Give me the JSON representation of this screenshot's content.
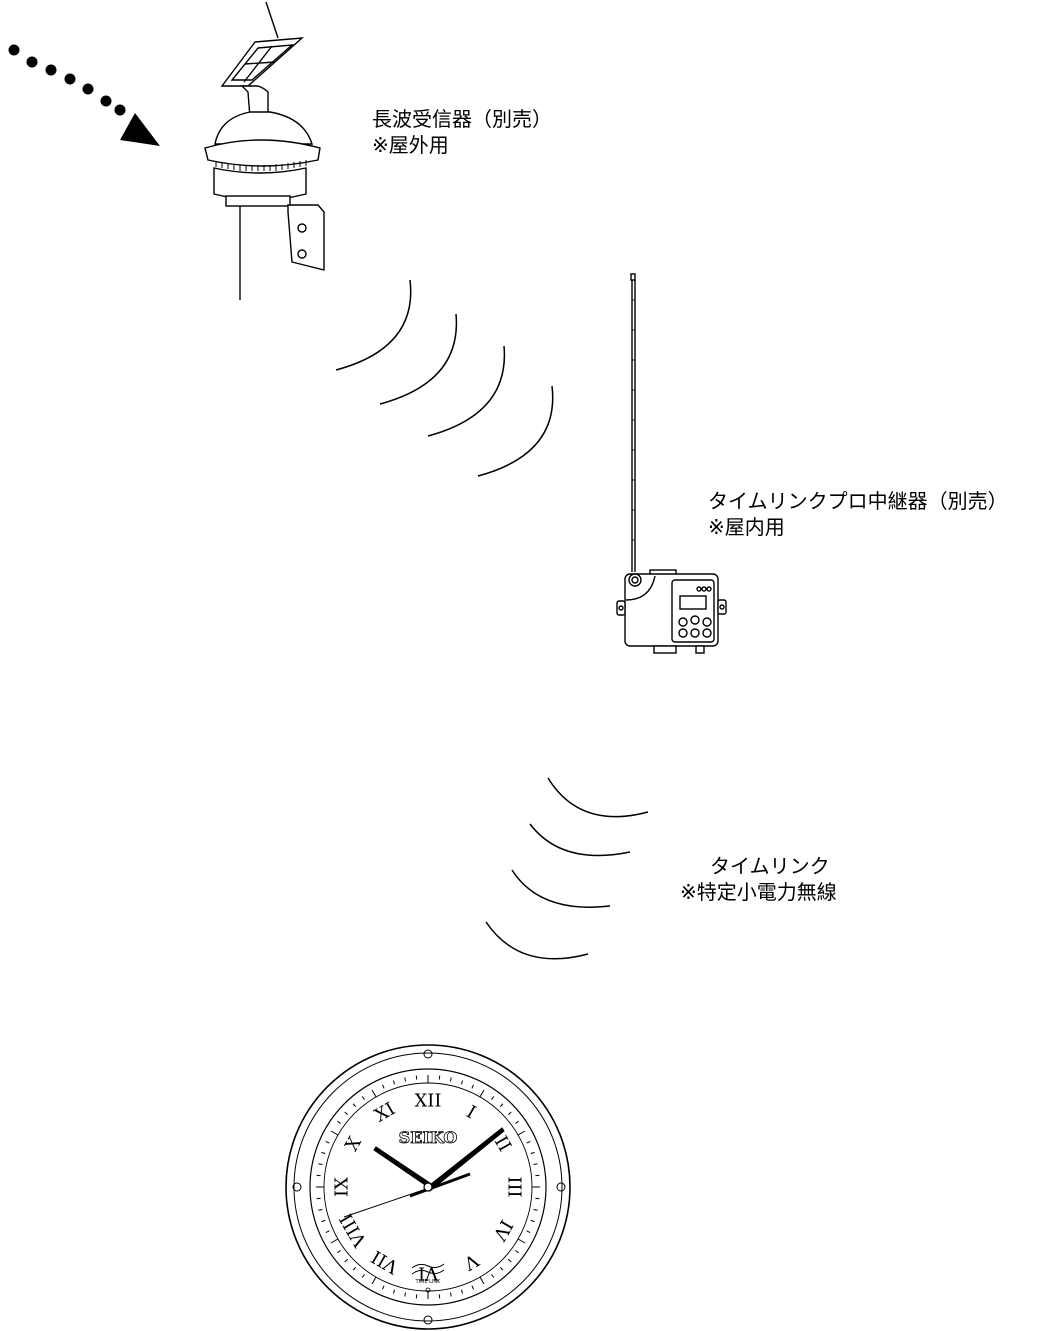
{
  "receiver": {
    "name": "長波受信器（別売）",
    "note": "※屋外用"
  },
  "relay": {
    "name": "タイムリンクプロ中継器（別売）",
    "note": "※屋内用"
  },
  "timelink": {
    "name": "タイムリンク",
    "note": "※特定小電力無線"
  },
  "clock": {
    "brand": "SEIKO",
    "sublogo": "TIME LINK",
    "numerals": [
      "XII",
      "I",
      "II",
      "III",
      "IV",
      "V",
      "VI",
      "VII",
      "VIII",
      "IX",
      "X",
      "XI"
    ]
  },
  "colors": {
    "ink": "#000000",
    "background": "#ffffff"
  }
}
